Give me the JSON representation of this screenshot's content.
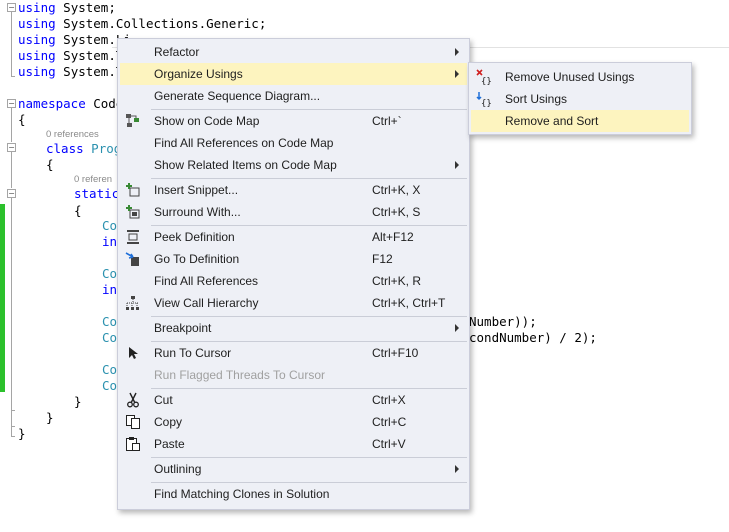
{
  "editor": {
    "line1": {
      "kw": "using",
      "rest": " System;"
    },
    "line2": {
      "kw": "using",
      "rest": " System.Collections.Generic;"
    },
    "line3": {
      "kw": "using",
      "rest": " System.Li"
    },
    "line4": {
      "kw": "using",
      "rest": " System.T"
    },
    "line5": {
      "kw": "using",
      "rest": " System.T"
    },
    "line6": {
      "kw": "namespace",
      "rest": " Code"
    },
    "line7": "{",
    "refs1": "0 references",
    "line8": {
      "kw": "class",
      "ty": "Prog"
    },
    "line9": "{",
    "refs2": "0 referen",
    "line10": {
      "kw": "static"
    },
    "line11": "{",
    "line12": "Co",
    "line13": "in",
    "line14": "Co",
    "line15": "in",
    "line16": "Co",
    "line16_tail": "Number));",
    "line17": "Co",
    "line17_tail": "condNumber) / 2);",
    "line18": "Co",
    "line19": "Co",
    "line20": "}",
    "line21": "}",
    "line22": "}",
    "fold_symbol": "−"
  },
  "context_menu": {
    "items": [
      {
        "label": "Refactor",
        "shortcut": "",
        "icon": "",
        "submenu": true
      },
      {
        "label": "Organize Usings",
        "shortcut": "",
        "icon": "",
        "submenu": true
      },
      {
        "label": "Generate Sequence Diagram...",
        "shortcut": "",
        "icon": ""
      },
      {
        "label": "Show on Code Map",
        "shortcut": "Ctrl+`",
        "icon": "code-map-icon"
      },
      {
        "label": "Find All References on Code Map",
        "shortcut": "",
        "icon": ""
      },
      {
        "label": "Show Related Items on Code Map",
        "shortcut": "",
        "icon": "",
        "submenu": true
      },
      {
        "label": "Insert Snippet...",
        "shortcut": "Ctrl+K, X",
        "icon": "insert-snippet-icon"
      },
      {
        "label": "Surround With...",
        "shortcut": "Ctrl+K, S",
        "icon": "surround-with-icon"
      },
      {
        "label": "Peek Definition",
        "shortcut": "Alt+F12",
        "icon": "peek-definition-icon"
      },
      {
        "label": "Go To Definition",
        "shortcut": "F12",
        "icon": "go-to-definition-icon"
      },
      {
        "label": "Find All References",
        "shortcut": "Ctrl+K, R",
        "icon": ""
      },
      {
        "label": "View Call Hierarchy",
        "shortcut": "Ctrl+K, Ctrl+T",
        "icon": "call-hierarchy-icon"
      },
      {
        "label": "Breakpoint",
        "shortcut": "",
        "icon": "",
        "submenu": true
      },
      {
        "label": "Run To Cursor",
        "shortcut": "Ctrl+F10",
        "icon": "run-to-cursor-icon"
      },
      {
        "label": "Run Flagged Threads To Cursor",
        "shortcut": "",
        "icon": "",
        "disabled": true
      },
      {
        "label": "Cut",
        "shortcut": "Ctrl+X",
        "icon": "cut-icon"
      },
      {
        "label": "Copy",
        "shortcut": "Ctrl+C",
        "icon": "copy-icon"
      },
      {
        "label": "Paste",
        "shortcut": "Ctrl+V",
        "icon": "paste-icon"
      },
      {
        "label": "Outlining",
        "shortcut": "",
        "icon": "",
        "submenu": true
      },
      {
        "label": "Find Matching Clones in Solution",
        "shortcut": "",
        "icon": ""
      }
    ],
    "highlighted_index": 1
  },
  "submenu": {
    "items": [
      {
        "label": "Remove Unused Usings",
        "icon": "remove-usings-icon"
      },
      {
        "label": "Sort Usings",
        "icon": "sort-usings-icon"
      },
      {
        "label": "Remove and Sort",
        "icon": ""
      }
    ],
    "highlighted_index": 2
  },
  "colors": {
    "keyword": "#0000ff",
    "type": "#2b91af",
    "menu_background": "#eef0f6",
    "menu_highlight": "#fdf4bf",
    "change_bar": "#2cc12c"
  }
}
